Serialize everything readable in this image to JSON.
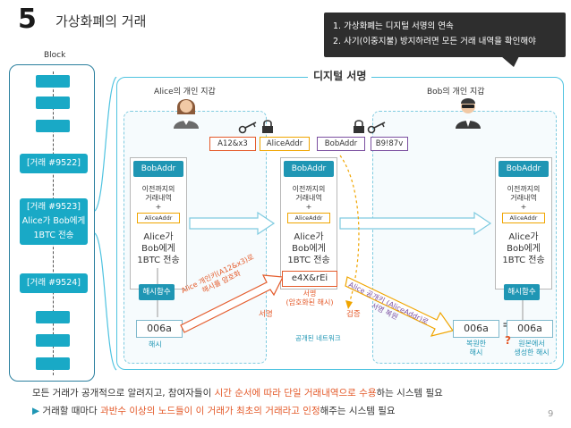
{
  "header": {
    "section_number": "5",
    "title": "가상화폐의 거래",
    "callout_line1": "1. 가상화폐는 디지털 서명의 연속",
    "callout_line2": "2. 사기(이중지불) 방지하려면 모든 거래 내역을 확인해야"
  },
  "chain": {
    "label": "Block",
    "tx1": "[거래 #9522]",
    "tx2_line1": "[거래 #9523]",
    "tx2_line2": "Alice가 Bob에게",
    "tx2_line3": "1BTC 전송",
    "tx3": "[거래 #9524]"
  },
  "diagram": {
    "title": "디지털 서명",
    "alice_wallet": "Alice의 개인 지갑",
    "bob_wallet": "Bob의 개인 지갑",
    "private_key": "A12&x3",
    "alice_addr": "AliceAddr",
    "bob_addr": "BobAddr",
    "public_key": "B9!87v",
    "card_head": "BobAddr",
    "card_prev_1": "이전까지의",
    "card_prev_2": "거래내역",
    "card_plus": "+",
    "card_addr": "AliceAddr",
    "card_body_1": "Alice가",
    "card_body_2": "Bob에게",
    "card_body_3": "1BTC 전송",
    "hash_fn": "해시함수",
    "hash_value": "006a",
    "hash_caption": "해시",
    "encrypt_label_1": "Alice 개인키(A12&x3)로",
    "encrypt_label_2": "해시를 암호화",
    "sign_label": "서명",
    "signature_value": "e4X&rEi",
    "signature_caption_1": "서명",
    "signature_caption_2": "(암호화된 해시)",
    "verify_label": "검증",
    "network_label": "공개된 네트워크",
    "decrypt_label_1": "Alice 공개키 (AliceAddr)로",
    "decrypt_label_2": "서명 복원",
    "restored_value": "006a",
    "restored_caption_1": "복원한",
    "restored_caption_2": "해시",
    "equals": "=",
    "question": "?",
    "original_value": "006a",
    "original_caption_1": "원본에서",
    "original_caption_2": "생성한 해시"
  },
  "footer": {
    "line1_a": "모든 거래가 공개적으로 알려지고, 참여자들이 ",
    "line1_hl": "시간 순서에 따라 단일 거래내역으로 수용",
    "line1_b": "하는 시스템 필요",
    "line2_arrow": "▶",
    "line2_a": " 거래할 때마다 ",
    "line2_hl": "과반수 이상의 노드들이 이 거래가 최초의 거래라고 인정",
    "line2_b": "해주는 시스템 필요"
  },
  "page_number": "9",
  "colors": {
    "accent_teal": "#19a9c6",
    "header_blue": "#1f96b4",
    "highlight_orange": "#e45a2a",
    "key_orange": "#f0a500",
    "key_purple": "#7b4fa0"
  },
  "icons": [
    "key-icon",
    "lock-icon",
    "person-alice-icon",
    "person-bob-icon"
  ]
}
